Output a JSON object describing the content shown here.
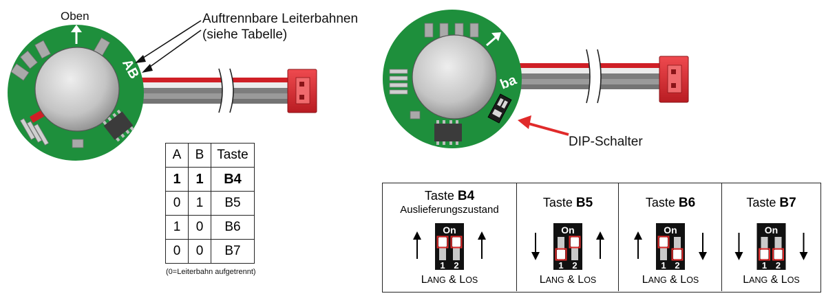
{
  "labels": {
    "oben": "Oben",
    "traces_line1": "Auftrennbare Leiterbahnen",
    "traces_line2": "(siehe Tabelle)",
    "dip_switch": "DIP-Schalter",
    "board_pad_ab": "AB",
    "board_switch_ba": "ba"
  },
  "table": {
    "headers": [
      "A",
      "B",
      "Taste"
    ],
    "rows": [
      [
        "1",
        "1",
        "B4"
      ],
      [
        "0",
        "1",
        "B5"
      ],
      [
        "1",
        "0",
        "B6"
      ],
      [
        "0",
        "0",
        "B7"
      ]
    ],
    "note": "(0=Leiterbahn aufgetrennt)"
  },
  "dip_panels": [
    {
      "prefix": "Taste ",
      "key": "B4",
      "subtitle": "Auslieferungszustand",
      "on_label": "On",
      "sw1": "1",
      "sw2": "2",
      "switch1_on": true,
      "switch2_on": true,
      "left_arrow": "up",
      "right_arrow": "up",
      "footer_l": "L",
      "footer_lang": "ANG",
      "footer_amp": " & ",
      "footer_l2": "L",
      "footer_los": "OS"
    },
    {
      "prefix": "Taste ",
      "key": "B5",
      "subtitle": "",
      "on_label": "On",
      "sw1": "1",
      "sw2": "2",
      "switch1_on": false,
      "switch2_on": true,
      "left_arrow": "down",
      "right_arrow": "up",
      "footer_l": "L",
      "footer_lang": "ANG",
      "footer_amp": " & ",
      "footer_l2": "L",
      "footer_los": "OS"
    },
    {
      "prefix": "Taste ",
      "key": "B6",
      "subtitle": "",
      "on_label": "On",
      "sw1": "1",
      "sw2": "2",
      "switch1_on": true,
      "switch2_on": false,
      "left_arrow": "up",
      "right_arrow": "down",
      "footer_l": "L",
      "footer_lang": "ANG",
      "footer_amp": " & ",
      "footer_l2": "L",
      "footer_los": "OS"
    },
    {
      "prefix": "Taste ",
      "key": "B7",
      "subtitle": "",
      "on_label": "On",
      "sw1": "1",
      "sw2": "2",
      "switch1_on": false,
      "switch2_on": false,
      "left_arrow": "down",
      "right_arrow": "down",
      "footer_l": "L",
      "footer_lang": "ANG",
      "footer_amp": " & ",
      "footer_l2": "L",
      "footer_los": "OS"
    }
  ],
  "colors": {
    "pcb_green": "#1e8f3c",
    "sensor_gray": "#c8c8c8",
    "connector_red": "#d9262b",
    "arrow_red": "#e02a2a",
    "highlight_red": "#e02a2a"
  }
}
